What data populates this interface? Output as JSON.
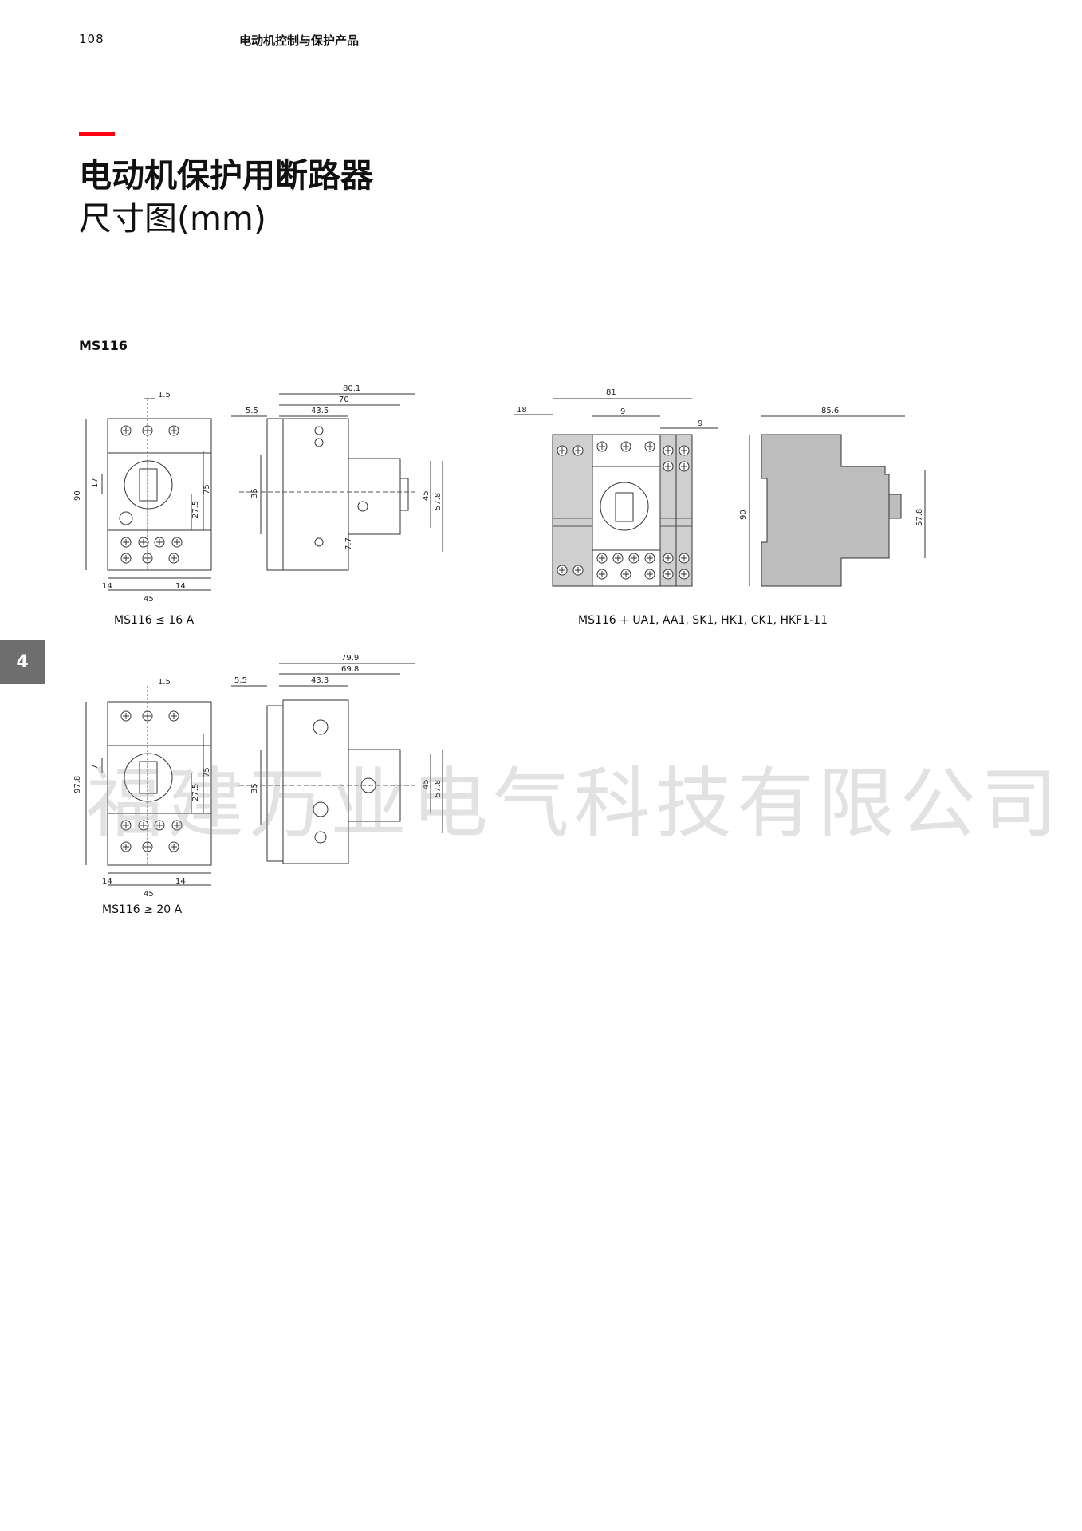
{
  "header": {
    "page_number": "108",
    "running_title": "电动机控制与保护产品"
  },
  "title": {
    "main": "电动机保护用断路器",
    "sub": "尺寸图(mm)"
  },
  "section": {
    "label": "MS116"
  },
  "side_tab": {
    "label": "4"
  },
  "captions": {
    "fig1": "MS116  ≤ 16 A",
    "fig2": "MS116 + UA1, AA1, SK1, HK1, CK1, HKF1-11",
    "fig3": "MS116  ≥ 20 A"
  },
  "dims": {
    "fig1_front": {
      "top": "1.5",
      "height": "90",
      "left_small": "17",
      "inner": "75",
      "inner2": "27.5",
      "bottom_total": "45",
      "bottom_left": "14",
      "bottom_right": "14"
    },
    "fig1_side": {
      "total": "80.1",
      "mid": "70",
      "inner": "43.5",
      "offset": "5.5",
      "rail": "35",
      "right1": "45",
      "right2": "57.8",
      "small": "7.7"
    },
    "fig2_front": {
      "total": "81",
      "left": "18",
      "mid": "9",
      "right": "9"
    },
    "fig2_side": {
      "total": "85.6",
      "height": "90",
      "right": "57.8"
    },
    "fig3_front": {
      "top": "1.5",
      "height": "97.8",
      "left_small": "7",
      "inner": "75",
      "inner2": "27.5",
      "bottom_total": "45",
      "bottom_left": "14",
      "bottom_right": "14"
    },
    "fig3_side": {
      "total": "79.9",
      "mid": "69.8",
      "inner": "43.3",
      "offset": "5.5",
      "rail": "35",
      "right1": "45",
      "right2": "57.8"
    }
  },
  "watermark": "福建万业电气科技有限公司"
}
